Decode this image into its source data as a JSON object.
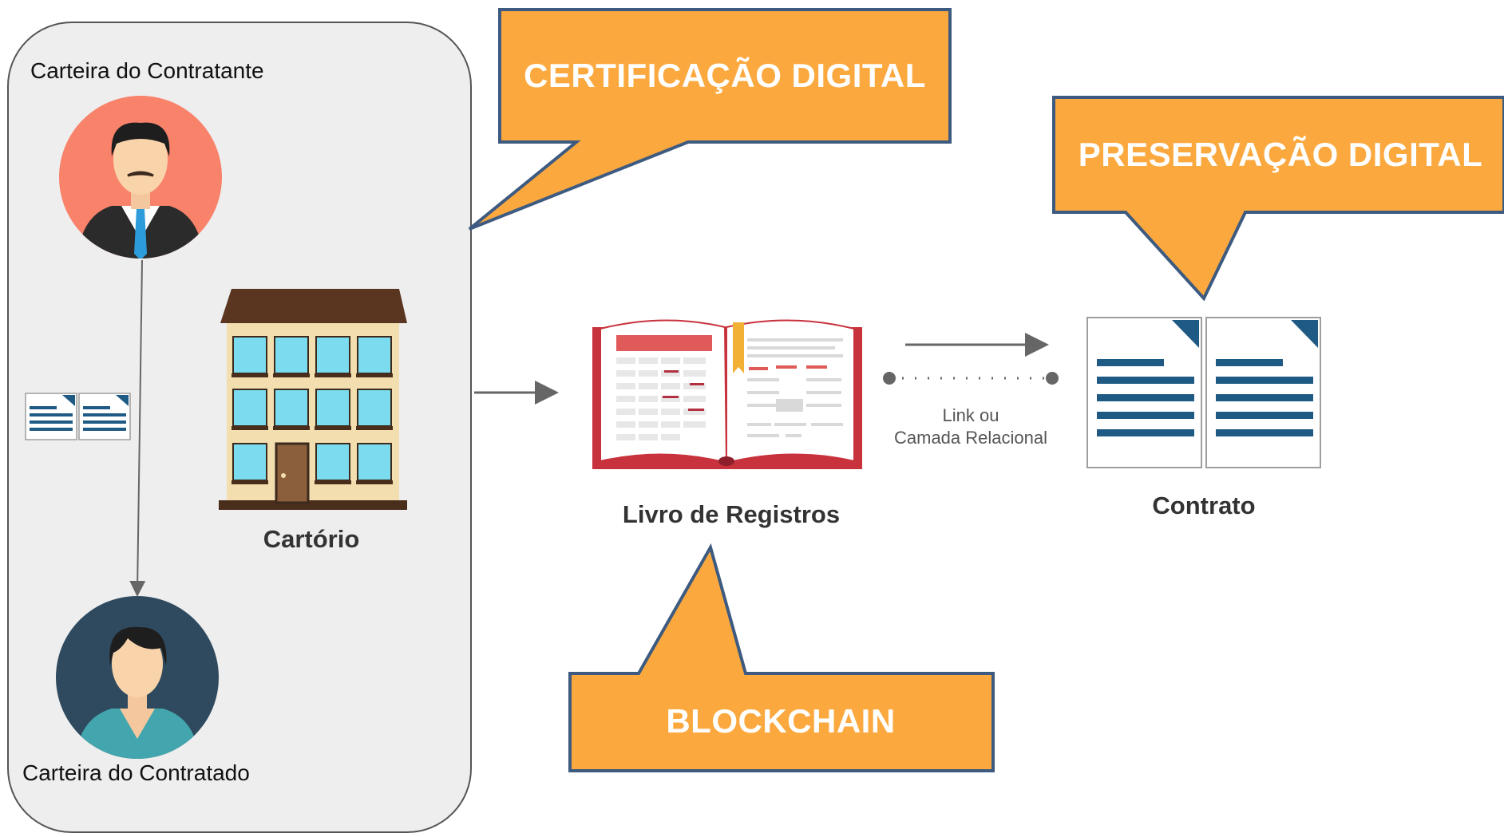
{
  "wallet_panel": {
    "top_label": "Carteira do Contratante",
    "bottom_label": "Carteira do Contratado"
  },
  "notary": {
    "label": "Cartório"
  },
  "ledger": {
    "label": "Livro de Registros"
  },
  "link": {
    "line1": "Link ou",
    "line2": "Camada Relacional"
  },
  "contract": {
    "label": "Contrato"
  },
  "callouts": {
    "certification": "CERTIFICAÇÃO DIGITAL",
    "preservation": "PRESERVAÇÃO DIGITAL",
    "blockchain": "BLOCKCHAIN"
  },
  "colors": {
    "callout_fill": "#FBA93F",
    "callout_border": "#3D5A80",
    "panel_fill": "#EEEEEE",
    "contractor_circle": "#F8826A",
    "contracted_circle": "#2F4A5E",
    "doc_lines": "#1F5A85",
    "ledger_red": "#C8323C"
  },
  "icons": {
    "contractor": "businessman-avatar-icon",
    "contracted": "man-avatar-icon",
    "notary": "building-icon",
    "ledger": "open-book-icon",
    "contract": "document-icon",
    "wallet_docs": "documents-icon"
  }
}
